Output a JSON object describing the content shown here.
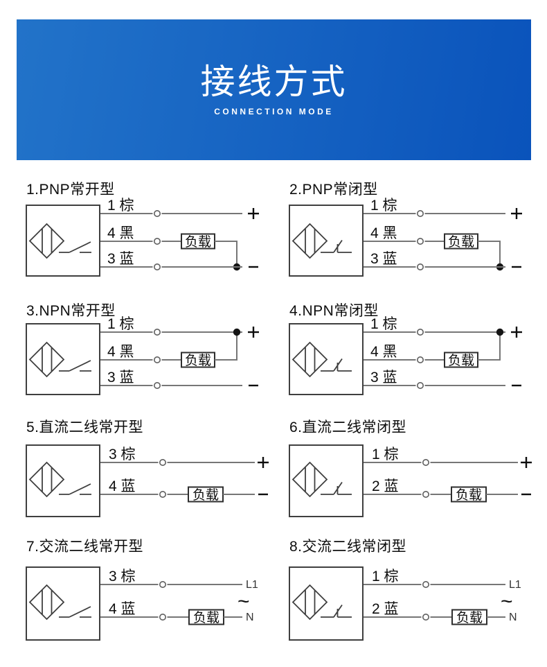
{
  "banner": {
    "title": "接线方式",
    "subtitle": "CONNECTION MODE",
    "bg_from": "#2273c9",
    "bg_to": "#0a53bb",
    "text_color": "#ffffff"
  },
  "load": {
    "label": "负载"
  },
  "colors": {
    "wire": "#767676",
    "outline": "#3f3f3f",
    "load_border": "#2e2e2e",
    "text": "#0d0d0d",
    "terminal_ring": "#5f5f5f",
    "junction_dot": "#151515",
    "terminal_text": "#333333"
  },
  "diagrams": [
    {
      "title": "1.PNP常开型",
      "circuit": "pnp-3wire",
      "switch": "normally-open",
      "wires": [
        {
          "label": "1 棕",
          "terminal": "+"
        },
        {
          "label": "4 黑",
          "load": true
        },
        {
          "label": "3 蓝",
          "terminal": "−"
        }
      ]
    },
    {
      "title": "2.PNP常闭型",
      "circuit": "pnp-3wire",
      "switch": "normally-closed",
      "wires": [
        {
          "label": "1 棕",
          "terminal": "+"
        },
        {
          "label": "4 黑",
          "load": true
        },
        {
          "label": "3 蓝",
          "terminal": "−"
        }
      ]
    },
    {
      "title": "3.NPN常开型",
      "circuit": "npn-3wire",
      "switch": "normally-open",
      "wires": [
        {
          "label": "1 棕",
          "terminal": "+"
        },
        {
          "label": "4 黑",
          "load": true
        },
        {
          "label": "3 蓝",
          "terminal": "−"
        }
      ]
    },
    {
      "title": "4.NPN常闭型",
      "circuit": "npn-3wire",
      "switch": "normally-closed",
      "wires": [
        {
          "label": "1 棕",
          "terminal": "+"
        },
        {
          "label": "4 黑",
          "load": true
        },
        {
          "label": "3 蓝",
          "terminal": "−"
        }
      ]
    },
    {
      "title": "5.直流二线常开型",
      "circuit": "dc-2wire",
      "switch": "normally-open",
      "wires": [
        {
          "label": "3 棕",
          "terminal": "+"
        },
        {
          "label": "4 蓝",
          "load": true,
          "terminal": "−"
        }
      ]
    },
    {
      "title": "6.直流二线常闭型",
      "circuit": "dc-2wire",
      "switch": "normally-closed",
      "wires": [
        {
          "label": "1 棕",
          "terminal": "+"
        },
        {
          "label": "2 蓝",
          "load": true,
          "terminal": "−"
        }
      ]
    },
    {
      "title": "7.交流二线常开型",
      "circuit": "ac-2wire",
      "switch": "normally-open",
      "ac_symbol": "~",
      "wires": [
        {
          "label": "3 棕",
          "terminal": "L1"
        },
        {
          "label": "4 蓝",
          "load": true,
          "terminal": "N"
        }
      ]
    },
    {
      "title": "8.交流二线常闭型",
      "circuit": "ac-2wire",
      "switch": "normally-closed",
      "ac_symbol": "~",
      "wires": [
        {
          "label": "1 棕",
          "terminal": "L1"
        },
        {
          "label": "2 蓝",
          "load": true,
          "terminal": "N"
        }
      ]
    }
  ]
}
